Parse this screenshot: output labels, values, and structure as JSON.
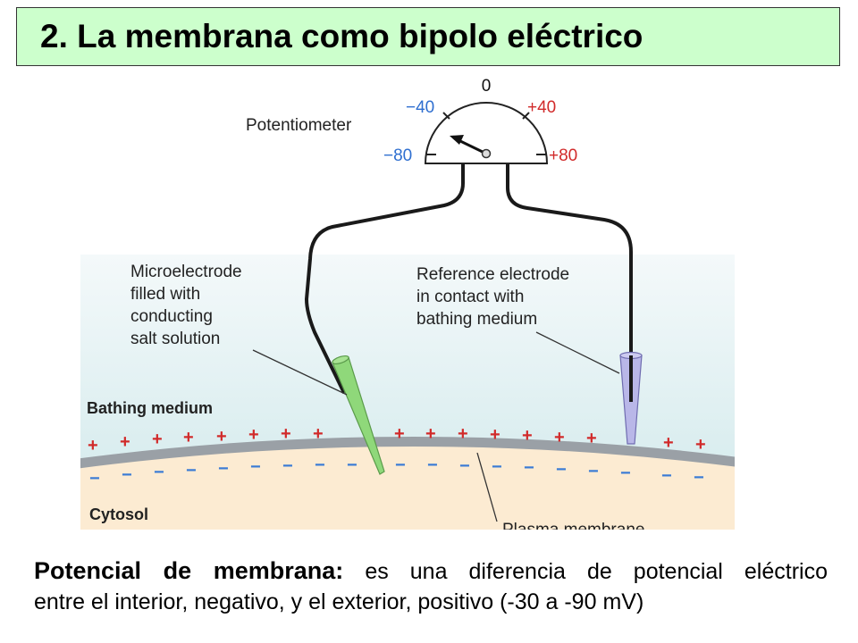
{
  "title": "2. La membrana como bipolo eléctrico",
  "diagram": {
    "potentiometer_label": "Potentiometer",
    "scale": {
      "zero": "0",
      "neg40": "−40",
      "pos40": "+40",
      "neg80": "−80",
      "pos80": "+80"
    },
    "microelectrode_label": [
      "Microelectrode",
      "filled with",
      "conducting",
      "salt solution"
    ],
    "reference_label": [
      "Reference electrode",
      "in contact with",
      "bathing medium"
    ],
    "bathing_medium_label": "Bathing medium",
    "cytosol_label": "Cytosol",
    "plasma_membrane_label": "Plasma membrane",
    "charge_outside": "+",
    "charge_inside": "−",
    "colors": {
      "scale_negative": "#2f6fd0",
      "scale_positive": "#d12a2a",
      "plus_charge": "#d12a2a",
      "minus_charge": "#3a7bd5",
      "microelectrode_tip": "#8fd87a",
      "reference_tip": "#b9b7e8",
      "bath_top": "#f4f9fa",
      "bath_bottom": "#d7ecee",
      "cytosol": "#fcebd2",
      "membrane": "#9aa0a6"
    }
  },
  "caption": {
    "term": "Potencial de membrana:",
    "line1_rest": "es una diferencia de potencial eléctrico",
    "line2": "entre el interior, negativo, y el exterior, positivo (-30 a -90 mV)"
  }
}
